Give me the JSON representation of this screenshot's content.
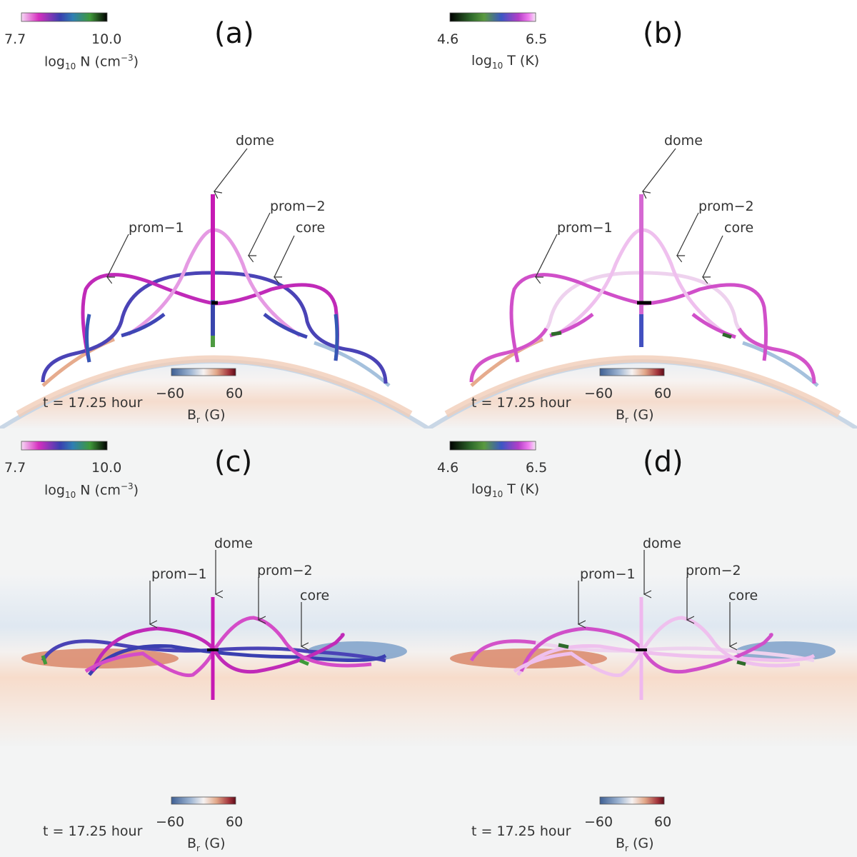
{
  "panels": [
    {
      "label": "(a)",
      "view": "side",
      "colorbar": {
        "min": "7.7",
        "max": "10.0",
        "quantity": "log",
        "sub": "10",
        "var": " N (cm",
        "sup": "−3",
        "close": ")",
        "scheme": "density"
      },
      "br_bar": {
        "min": "−60",
        "max": "60",
        "sym": "B",
        "sub": "r",
        "unit": " (G)"
      },
      "time": "t = 17.25 hour",
      "annotations": {
        "dome": "dome",
        "prom1": "prom−1",
        "prom2": "prom−2",
        "core": "core"
      }
    },
    {
      "label": "(b)",
      "view": "side",
      "colorbar": {
        "min": "4.6",
        "max": "6.5",
        "quantity": "log",
        "sub": "10",
        "var": " T (K)",
        "sup": "",
        "close": "",
        "scheme": "temperature"
      },
      "br_bar": {
        "min": "−60",
        "max": "60",
        "sym": "B",
        "sub": "r",
        "unit": " (G)"
      },
      "time": "t = 17.25 hour",
      "annotations": {
        "dome": "dome",
        "prom1": "prom−1",
        "prom2": "prom−2",
        "core": "core"
      }
    },
    {
      "label": "(c)",
      "view": "top",
      "colorbar": {
        "min": "7.7",
        "max": "10.0",
        "quantity": "log",
        "sub": "10",
        "var": " N (cm",
        "sup": "−3",
        "close": ")",
        "scheme": "density"
      },
      "br_bar": {
        "min": "−60",
        "max": "60",
        "sym": "B",
        "sub": "r",
        "unit": " (G)"
      },
      "time": "t = 17.25 hour",
      "annotations": {
        "dome": "dome",
        "prom1": "prom−1",
        "prom2": "prom−2",
        "core": "core"
      }
    },
    {
      "label": "(d)",
      "view": "top",
      "colorbar": {
        "min": "4.6",
        "max": "6.5",
        "quantity": "log",
        "sub": "10",
        "var": " T (K)",
        "sup": "",
        "close": "",
        "scheme": "temperature"
      },
      "br_bar": {
        "min": "−60",
        "max": "60",
        "sym": "B",
        "sub": "r",
        "unit": " (G)"
      },
      "time": "t = 17.25 hour",
      "annotations": {
        "dome": "dome",
        "prom1": "prom−1",
        "prom2": "prom−2",
        "core": "core"
      }
    }
  ],
  "colors": {
    "density_scale": [
      "#f7d8f5",
      "#d62fbf",
      "#3a3fb0",
      "#2f7fb3",
      "#3f9a3a",
      "#000000"
    ],
    "temperature_scale": [
      "#000000",
      "#2f6b2b",
      "#5a9a3f",
      "#3b57c4",
      "#b43ec8",
      "#f17df0",
      "#f4e6f5"
    ],
    "br_scale": [
      "#3e5f93",
      "#9fb6d3",
      "#f7f3f2",
      "#e2a889",
      "#a2323a",
      "#5c0d19"
    ],
    "dome_density": "#c61ab4",
    "prom1_density": "#c02ab8",
    "prom2_density": "#e59ae3",
    "core_density": "#4a43b6",
    "dome_temperature": "#d568d2",
    "prom1_temperature": "#d04fc9",
    "prom2_temperature": "#efc0ee",
    "core_temperature": "#eed2ee"
  }
}
